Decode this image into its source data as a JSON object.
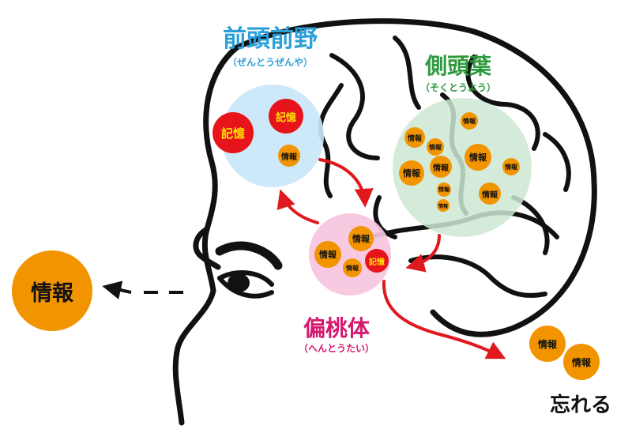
{
  "regions": {
    "frontal": {
      "name": "前頭前野",
      "reading": "（ぜんとうぜんや）",
      "color": "#2a9fd8"
    },
    "temporal": {
      "name": "側頭葉",
      "reading": "（そくとうよう）",
      "color": "#2e9a3e"
    },
    "amygdala": {
      "name": "偏桃体",
      "reading": "（へんとうたい）",
      "color": "#d4186f"
    }
  },
  "tokens": {
    "info": "情報",
    "memory": "記憶"
  },
  "outside": {
    "info_label": "情報"
  },
  "forget": {
    "label": "忘れる",
    "items": [
      "情報",
      "情報"
    ]
  },
  "colors": {
    "info": "#f29400",
    "memory": "#e8141b",
    "memory_text": "#ffe000",
    "arrow": "#e0191f",
    "frontal_fill": "#c9e6f7",
    "temporal_fill": "#cde8d3",
    "amygdala_fill": "#f6c6df"
  }
}
